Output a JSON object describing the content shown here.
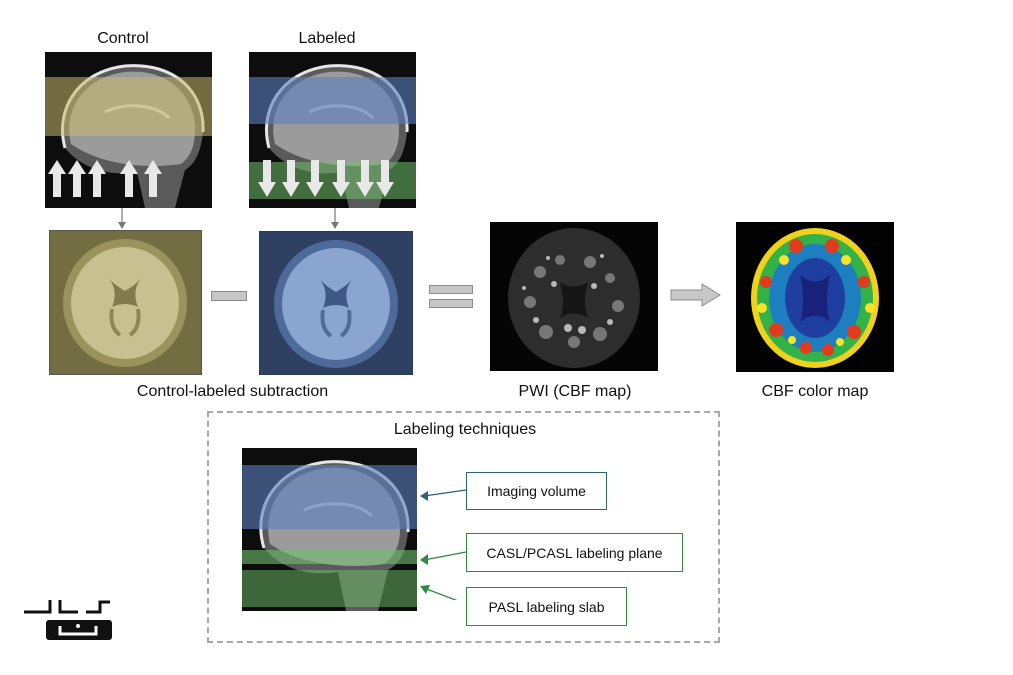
{
  "labels": {
    "control": "Control",
    "labeled": "Labeled",
    "subtraction": "Control-labeled subtraction",
    "pwi": "PWI (CBF map)",
    "cbf_color": "CBF color map",
    "techniques_title": "Labeling techniques"
  },
  "callouts": {
    "imaging_volume": "Imaging volume",
    "casl_plane": "CASL/PCASL labeling plane",
    "pasl_slab": "PASL labeling slab"
  },
  "colors": {
    "control_tint": "#c9b86a",
    "labeled_tint": "#5a7fc0",
    "labeling_green": "#6fbf6a",
    "callout_blue": "#2f5f7a",
    "callout_green": "#2f8a3a"
  },
  "icons": [
    "up-arrows-icon",
    "down-arrows-icon",
    "minus-icon",
    "equals-icon",
    "right-arrow-icon"
  ]
}
